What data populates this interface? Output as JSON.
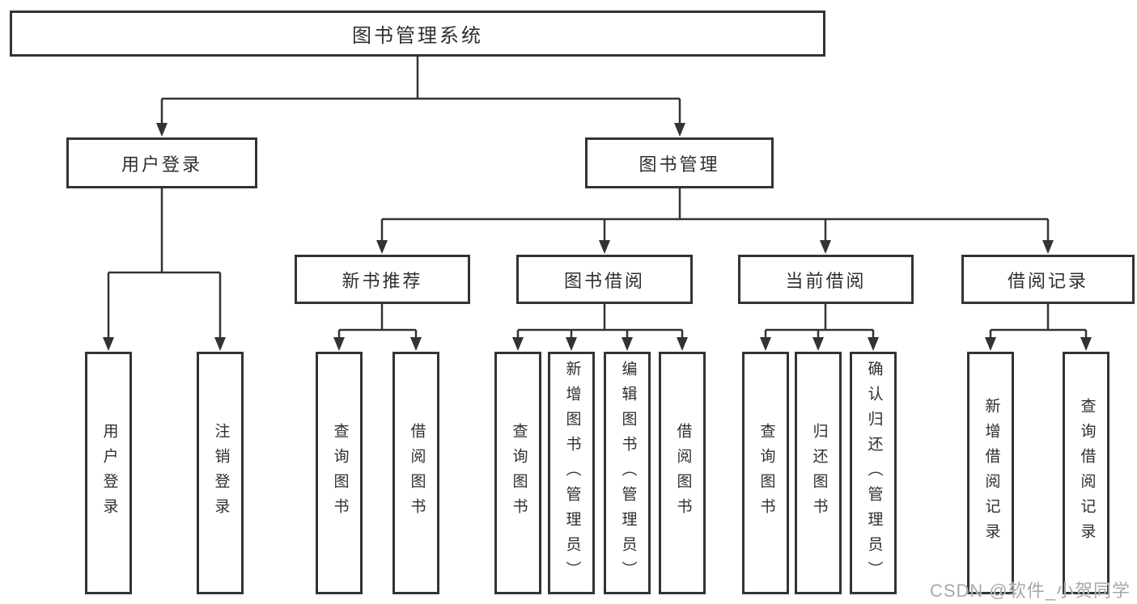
{
  "diagram_type": "hierarchy-tree",
  "tree": {
    "label": "图书管理系统",
    "children": [
      {
        "label": "用户登录",
        "children": [
          {
            "label": "用户登录"
          },
          {
            "label": "注销登录"
          }
        ]
      },
      {
        "label": "图书管理",
        "children": [
          {
            "label": "新书推荐",
            "children": [
              {
                "label": "查询图书"
              },
              {
                "label": "借阅图书"
              }
            ]
          },
          {
            "label": "图书借阅",
            "children": [
              {
                "label": "查询图书"
              },
              {
                "label": "新增图书（管理员）"
              },
              {
                "label": "编辑图书（管理员）"
              },
              {
                "label": "借阅图书"
              }
            ]
          },
          {
            "label": "当前借阅",
            "children": [
              {
                "label": "查询图书"
              },
              {
                "label": "归还图书"
              },
              {
                "label": "确认归还（管理员）"
              }
            ]
          },
          {
            "label": "借阅记录",
            "children": [
              {
                "label": "新增借阅记录"
              },
              {
                "label": "查询借阅记录"
              }
            ]
          }
        ]
      }
    ]
  },
  "watermark": "CSDN @软件_小贺同学",
  "colors": {
    "line": "#333333",
    "box_border": "#333333",
    "text": "#2f2f2f",
    "background": "#ffffff",
    "watermark": "#a8a8a8"
  }
}
